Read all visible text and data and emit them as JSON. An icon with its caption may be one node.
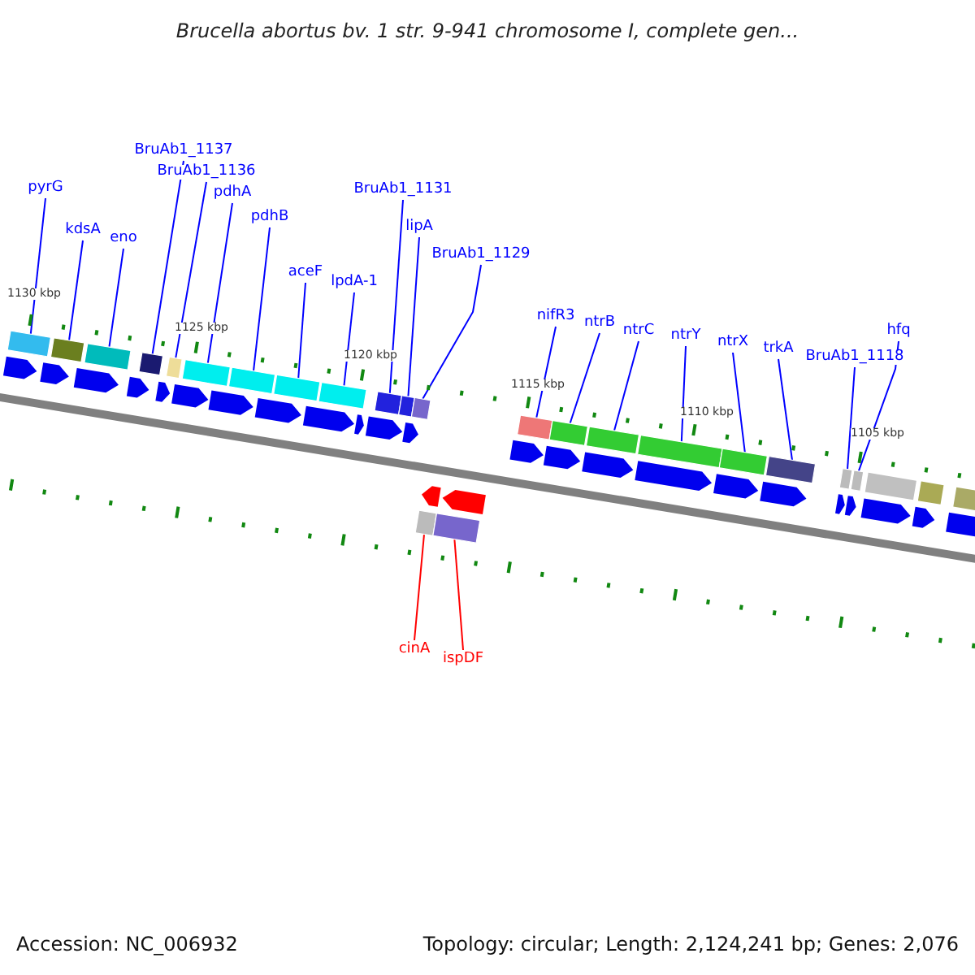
{
  "diagram": {
    "title": "Brucella abortus bv. 1 str. 9-941 chromosome I, complete gen...",
    "nodes": [
      {
        "text": [
          "pyrG"
        ]
      },
      {
        "text": [
          "kdsA"
        ]
      },
      {
        "text": [
          "eno"
        ]
      },
      {
        "text": [
          "BruAb1_1137"
        ]
      },
      {
        "text": [
          "BruAb1_1136"
        ]
      },
      {
        "text": [
          "pdhA"
        ]
      },
      {
        "text": [
          "pdhB"
        ]
      },
      {
        "text": [
          "aceF"
        ]
      },
      {
        "text": [
          "lpdA-1"
        ]
      },
      {
        "text": [
          "BruAb1_1131"
        ]
      },
      {
        "text": [
          "lipA"
        ]
      },
      {
        "text": [
          "BruAb1_1129"
        ]
      },
      {
        "text": [
          "nifR3"
        ]
      },
      {
        "text": [
          "ntrB"
        ]
      },
      {
        "text": [
          "ntrC"
        ]
      },
      {
        "text": [
          "ntrY"
        ]
      },
      {
        "text": [
          "ntrX"
        ]
      },
      {
        "text": [
          "trkA"
        ]
      },
      {
        "text": [
          "BruAb1_1118"
        ]
      },
      {
        "text": [
          "hfq"
        ]
      },
      {
        "text": [
          "cinA"
        ]
      },
      {
        "text": [
          "ispDF"
        ]
      },
      {
        "text": [],
        "shape": "bar"
      },
      {
        "text": [],
        "shape": "bar"
      },
      {
        "text": [],
        "shape": "bar"
      },
      {
        "text": [],
        "shape": "bar"
      },
      {
        "text": [],
        "shape": "bar"
      },
      {
        "text": [],
        "shape": "bar"
      },
      {
        "text": [],
        "shape": "bar"
      },
      {
        "text": [],
        "shape": "bar"
      },
      {
        "text": [],
        "shape": "bar"
      },
      {
        "text": [],
        "shape": "bar"
      },
      {
        "text": [],
        "shape": "bar"
      },
      {
        "text": [],
        "shape": "bar"
      },
      {
        "text": [],
        "shape": "bar"
      },
      {
        "text": [],
        "shape": "bar"
      },
      {
        "text": [],
        "shape": "bar"
      },
      {
        "text": [],
        "shape": "bar"
      },
      {
        "text": [],
        "shape": "bar"
      },
      {
        "text": [],
        "shape": "bar"
      },
      {
        "text": [],
        "shape": "bar"
      },
      {
        "text": [],
        "shape": "bar"
      },
      {
        "text": [],
        "shape": "bar"
      },
      {
        "text": [],
        "shape": "bar"
      }
    ],
    "edges": [
      {
        "from": 0,
        "to": 22,
        "arrow": "none"
      },
      {
        "from": 1,
        "to": 23,
        "arrow": "none"
      },
      {
        "from": 2,
        "to": 24,
        "arrow": "none"
      },
      {
        "from": 3,
        "to": 25,
        "arrow": "none"
      },
      {
        "from": 4,
        "to": 26,
        "arrow": "none"
      },
      {
        "from": 5,
        "to": 27,
        "arrow": "none"
      },
      {
        "from": 6,
        "to": 28,
        "arrow": "none"
      },
      {
        "from": 7,
        "to": 29,
        "arrow": "none"
      },
      {
        "from": 8,
        "to": 30,
        "arrow": "none"
      },
      {
        "from": 9,
        "to": 31,
        "arrow": "none"
      },
      {
        "from": 10,
        "to": 32,
        "arrow": "none"
      },
      {
        "from": 11,
        "to": 33,
        "arrow": "none"
      },
      {
        "from": 12,
        "to": 34,
        "arrow": "none"
      },
      {
        "from": 13,
        "to": 35,
        "arrow": "none"
      },
      {
        "from": 14,
        "to": 36,
        "arrow": "none"
      },
      {
        "from": 15,
        "to": 37,
        "arrow": "none"
      },
      {
        "from": 16,
        "to": 38,
        "arrow": "none"
      },
      {
        "from": 17,
        "to": 39,
        "arrow": "none"
      },
      {
        "from": 18,
        "to": 40,
        "arrow": "none"
      },
      {
        "from": 19,
        "to": 41,
        "arrow": "none"
      },
      {
        "from": 20,
        "to": 42,
        "arrow": "none",
        "color": "#ff0000"
      },
      {
        "from": 21,
        "to": 43,
        "arrow": "none",
        "color": "#ff0000"
      }
    ],
    "labels": [
      "1130 kbp",
      "1125 kbp",
      "1120 kbp",
      "1115 kbp",
      "1110 kbp",
      "1105 kbp",
      "Accession: NC_006932",
      "Topology: circular; Length: 2,124,241 bp; Genes: 2,076"
    ]
  }
}
